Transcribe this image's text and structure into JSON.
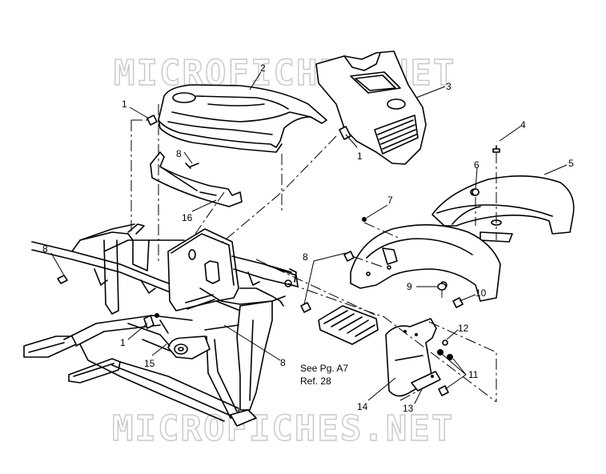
{
  "watermark": {
    "top": "MICROFICHES.NET",
    "bottom": "MICROFICHES.NET"
  },
  "callouts": [
    {
      "id": "c1a",
      "label": "1"
    },
    {
      "id": "c2",
      "label": "2"
    },
    {
      "id": "c3",
      "label": "3"
    },
    {
      "id": "c1b",
      "label": "1"
    },
    {
      "id": "c4",
      "label": "4"
    },
    {
      "id": "c8a",
      "label": "8"
    },
    {
      "id": "c5",
      "label": "5"
    },
    {
      "id": "c6",
      "label": "6"
    },
    {
      "id": "c16",
      "label": "16"
    },
    {
      "id": "c7",
      "label": "7"
    },
    {
      "id": "c8b",
      "label": "8"
    },
    {
      "id": "c8c",
      "label": "8"
    },
    {
      "id": "c9",
      "label": "9"
    },
    {
      "id": "c10",
      "label": "10"
    },
    {
      "id": "c12",
      "label": "12"
    },
    {
      "id": "c1c",
      "label": "1"
    },
    {
      "id": "c15",
      "label": "15"
    },
    {
      "id": "c8d",
      "label": "8"
    },
    {
      "id": "c11",
      "label": "11"
    },
    {
      "id": "c14",
      "label": "14"
    },
    {
      "id": "c13",
      "label": "13"
    }
  ],
  "reference_note": {
    "line1": "See Pg. A7",
    "line2": "Ref. 28"
  }
}
